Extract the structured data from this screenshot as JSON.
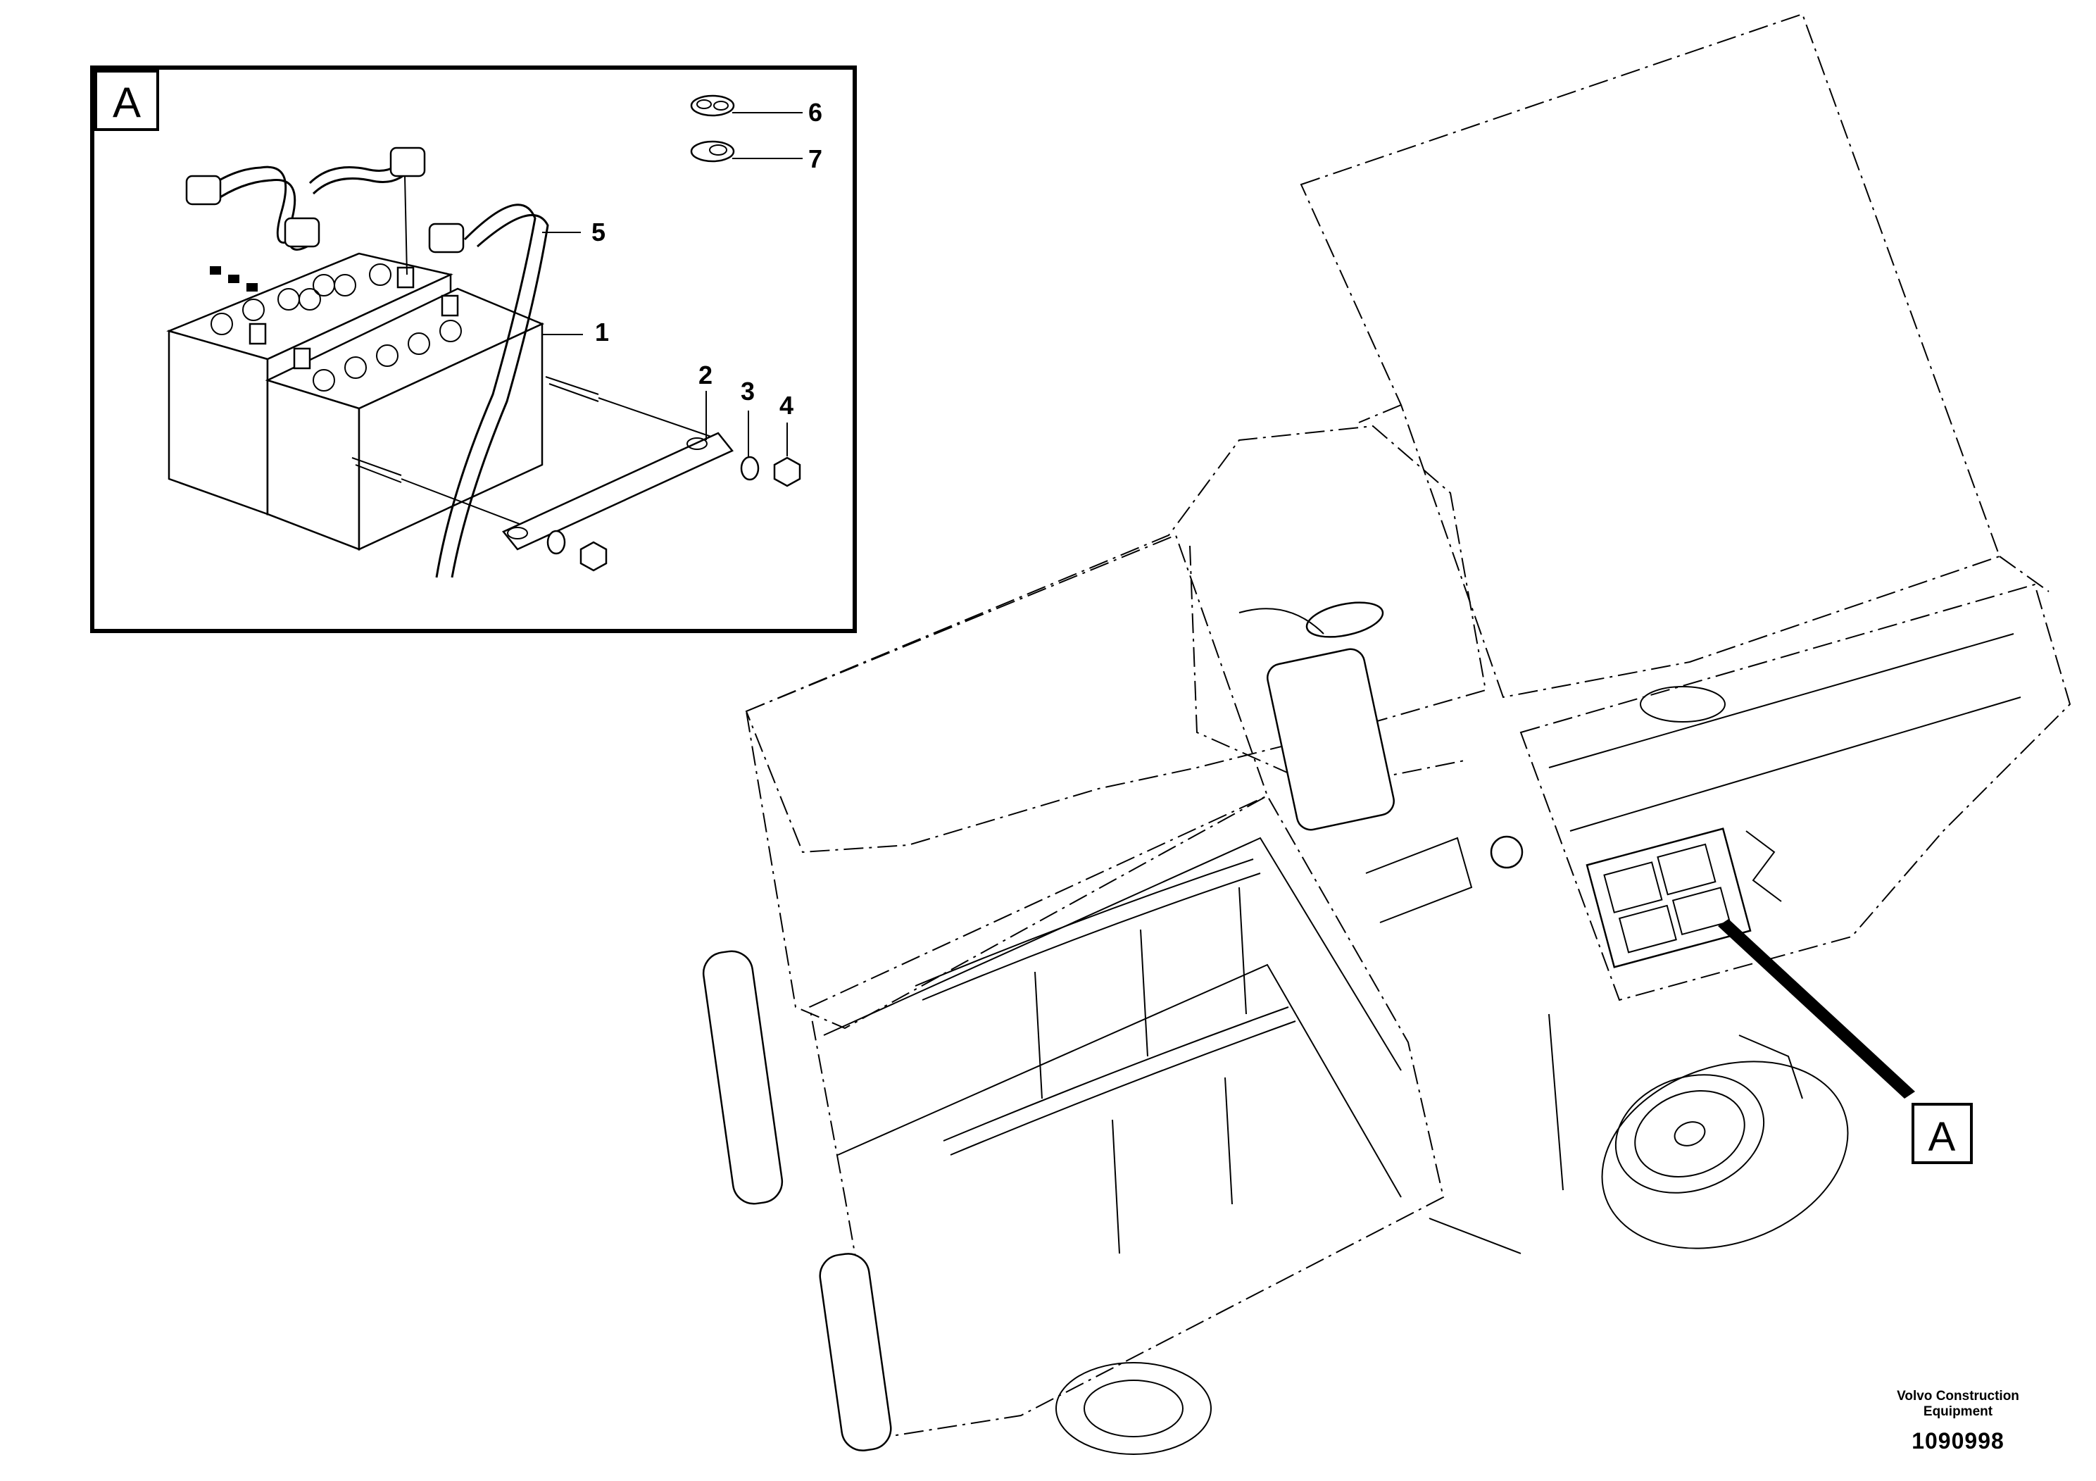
{
  "detail_view": {
    "label": "A"
  },
  "callouts": [
    {
      "id": "1",
      "text": "1"
    },
    {
      "id": "2",
      "text": "2"
    },
    {
      "id": "3",
      "text": "3"
    },
    {
      "id": "4",
      "text": "4"
    },
    {
      "id": "5",
      "text": "5"
    },
    {
      "id": "6",
      "text": "6"
    },
    {
      "id": "7",
      "text": "7"
    }
  ],
  "location_marker": {
    "label": "A"
  },
  "footer": {
    "company_line1": "Volvo Construction",
    "company_line2": "Equipment",
    "document_number": "1090998"
  }
}
